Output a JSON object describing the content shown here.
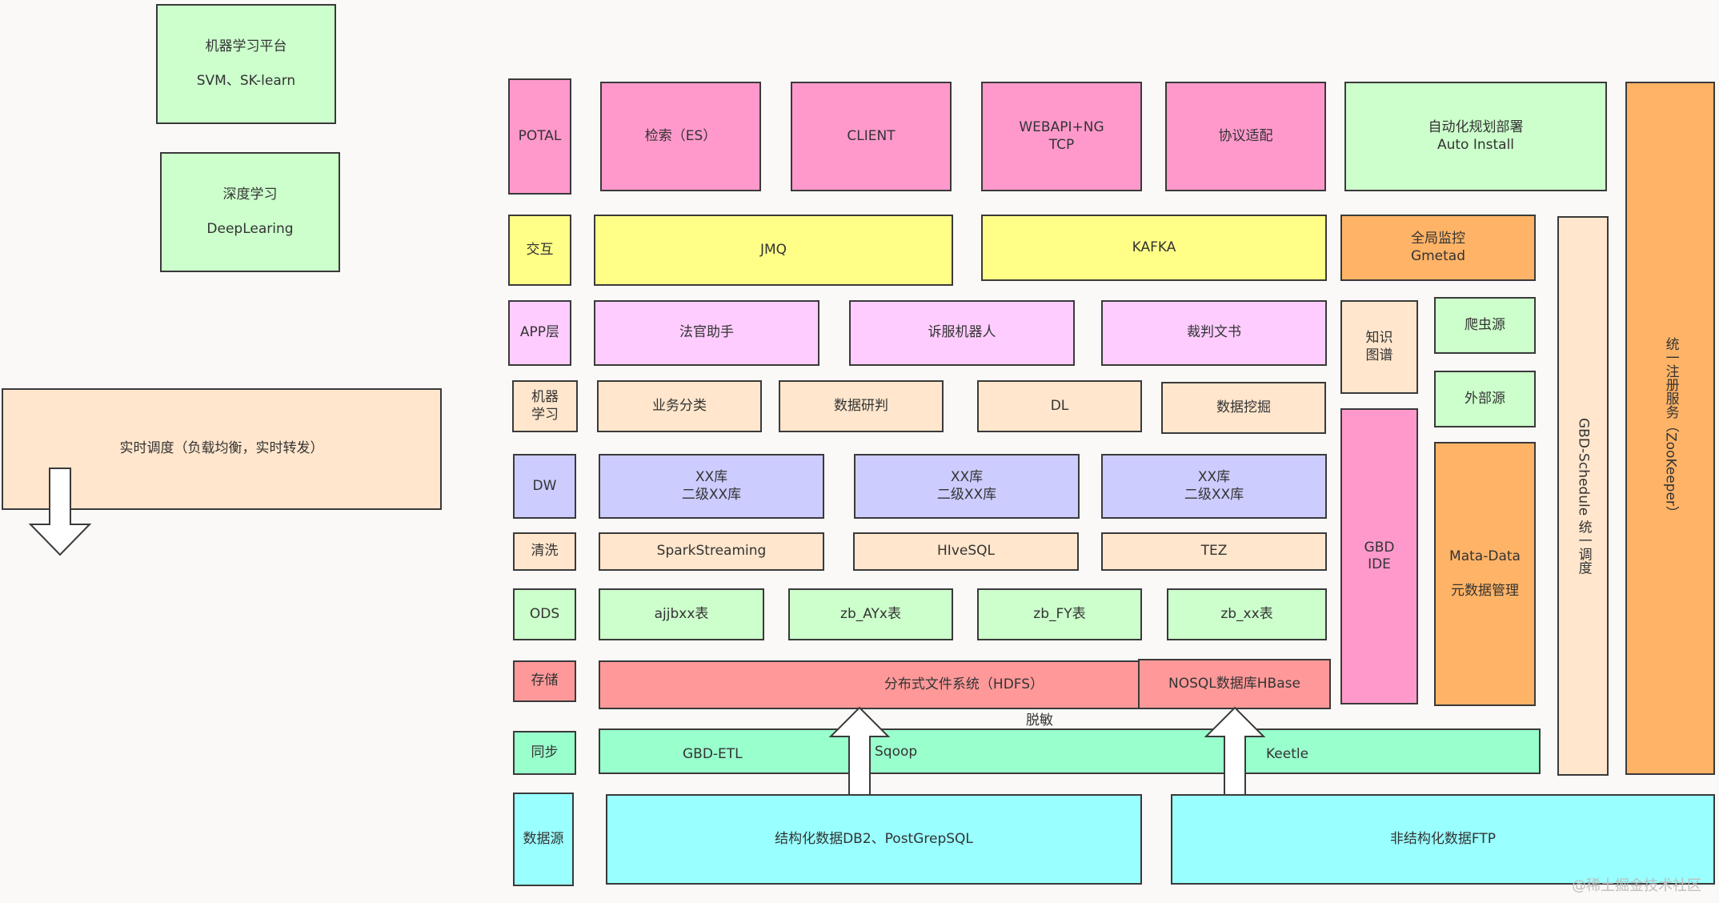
{
  "colors": {
    "green": "#ccffcc",
    "pink": "#ff99cc",
    "yellow": "#ffff88",
    "orange": "#ffb366",
    "lilac": "#ffccff",
    "peach": "#ffe6cc",
    "periwinkle": "#ccccff",
    "salmon": "#ff9999",
    "mint": "#99ffcc",
    "aqua": "#99ffff"
  },
  "diagram": {
    "ml_platform": [
      "机器学习平台",
      "SVM、SK-learn"
    ],
    "deep_learning": [
      "深度学习",
      "DeepLearing"
    ],
    "realtime_dispatch": [
      "实时调度（负载均衡，实时转发）"
    ],
    "layers": {
      "potal": [
        "POTAL"
      ],
      "interaction": [
        "交互"
      ],
      "app": [
        "APP层"
      ],
      "ml": [
        "机器",
        "学习"
      ],
      "dw": [
        "DW"
      ],
      "clean": [
        "清洗"
      ],
      "ods": [
        "ODS"
      ],
      "storage": [
        "存储"
      ],
      "sync": [
        "同步"
      ],
      "datasource": [
        "数据源"
      ]
    },
    "portal": {
      "search": [
        "检索（ES）"
      ],
      "client": [
        "CLIENT"
      ],
      "webapi": [
        "WEBAPI+NG",
        "TCP"
      ],
      "protocol": [
        "协议适配"
      ],
      "auto_install": [
        "自动化规划部署",
        "Auto Install"
      ]
    },
    "interaction": {
      "jmq": [
        "JMQ"
      ],
      "kafka": [
        "KAFKA"
      ],
      "gmetad": [
        "全局监控",
        "Gmetad"
      ]
    },
    "app": {
      "judge_assistant": [
        "法官助手"
      ],
      "robot": [
        "诉服机器人"
      ],
      "documents": [
        "裁判文书"
      ]
    },
    "ml": {
      "biz_class": [
        "业务分类"
      ],
      "data_judge": [
        "数据研判"
      ],
      "dl": [
        "DL"
      ],
      "mining": [
        "数据挖掘"
      ]
    },
    "dw": {
      "lib1": [
        "XX库",
        "二级XX库"
      ],
      "lib2": [
        "XX库",
        "二级XX库"
      ],
      "lib3": [
        "XX库",
        "二级XX库"
      ]
    },
    "clean": {
      "spark": [
        "SparkStreaming"
      ],
      "hive": [
        "HIveSQL"
      ],
      "tez": [
        "TEZ"
      ]
    },
    "ods": {
      "ajjbxx": [
        "ajjbxx表"
      ],
      "ayx": [
        "zb_AYx表"
      ],
      "fy": [
        "zb_FY表"
      ],
      "xx": [
        "zb_xx表"
      ]
    },
    "storage": {
      "hdfs": [
        "分布式文件系统（HDFS）"
      ],
      "hbase": [
        "NOSQL数据库HBase"
      ]
    },
    "decoupled_label": "脱敏",
    "sync": {
      "etl": "GBD-ETL",
      "sqoop": "Sqoop",
      "keetle": "Keetle"
    },
    "datasource": {
      "structured": [
        "结构化数据DB2、PostGrepSQL"
      ],
      "unstructured": [
        "非结构化数据FTP"
      ]
    },
    "right": {
      "knowledge_graph": [
        "知识",
        "图谱"
      ],
      "crawler": [
        "爬虫源"
      ],
      "external": [
        "外部源"
      ],
      "gbd_ide": [
        "GBD",
        "IDE"
      ],
      "metadata": [
        "Mata-Data",
        "元数据管理"
      ],
      "schedule": [
        "GBD-Schedule  统一调度"
      ],
      "zookeeper": [
        "统一注册服务（ZooKeeper）"
      ]
    },
    "watermark": "@稀土掘金技术社区"
  }
}
